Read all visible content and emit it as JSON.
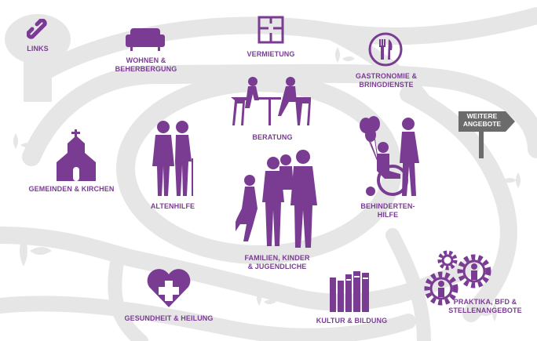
{
  "colors": {
    "purple": "#7a3c93",
    "road": "#e6e6e6",
    "bg": "#ffffff",
    "sign": "#6b6b6b"
  },
  "nodes": {
    "links": {
      "label": "LINKS",
      "icon": "chain-link-icon"
    },
    "wohnen": {
      "line1": "WOHNEN &",
      "line2": "BEHERBERGUNG",
      "icon": "sofa-icon"
    },
    "vermietung": {
      "label": "VERMIETUNG",
      "icon": "floor-plan-icon"
    },
    "gastronomie": {
      "line1": "GASTRONOMIE &",
      "line2": "BRINGDIENSTE",
      "icon": "cutlery-icon"
    },
    "weitere": {
      "line1": "WEITERE",
      "line2": "ANGEBOTE",
      "icon": "signpost-icon"
    },
    "beratung": {
      "label": "BERATUNG",
      "icon": "consultation-icon"
    },
    "gemeinden": {
      "label": "GEMEINDEN & KIRCHEN",
      "icon": "church-icon"
    },
    "altenhilfe": {
      "label": "ALTENHILFE",
      "icon": "elderly-couple-icon"
    },
    "behinderten": {
      "line1": "BEHINDERTEN-",
      "line2": "HILFE",
      "icon": "wheelchair-icon"
    },
    "familien": {
      "line1": "FAMILIEN, KINDER",
      "line2": "& JUGENDLICHE",
      "icon": "family-icon"
    },
    "gesundheit": {
      "label": "GESUNDHEIT & HEILUNG",
      "icon": "heart-cross-icon"
    },
    "kultur": {
      "label": "KULTUR & BILDUNG",
      "icon": "books-icon"
    },
    "praktika": {
      "line1": "PRAKTIKA, BFD &",
      "line2": "STELLENANGEBOTE",
      "icon": "gears-people-icon"
    }
  }
}
